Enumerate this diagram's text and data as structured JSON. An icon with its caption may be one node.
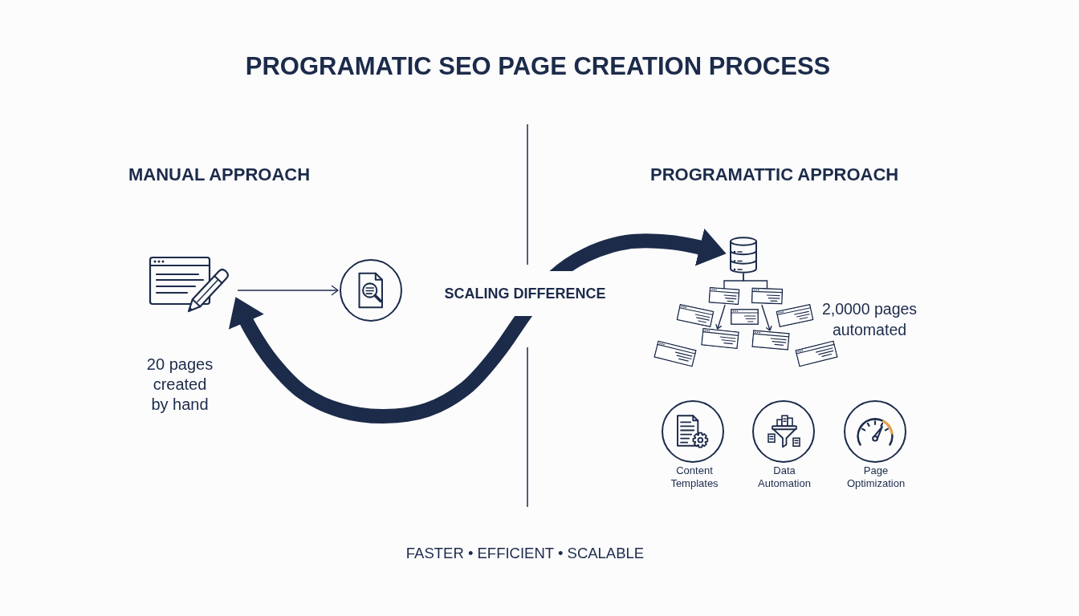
{
  "diagram": {
    "title": "PROGRAMATIC SEO PAGE CREATION PROCESS",
    "nodes": [
      {
        "text": [],
        "shape": "picture",
        "beside": [
          "20 pages created by hand"
        ]
      },
      {
        "text": [],
        "shape": "circle"
      },
      {
        "text": [],
        "shape": "cylinder"
      },
      {
        "text": [],
        "shape": "box"
      },
      {
        "text": [],
        "shape": "box"
      },
      {
        "text": [],
        "shape": "box"
      },
      {
        "text": [],
        "shape": "box"
      },
      {
        "text": [],
        "shape": "box"
      },
      {
        "text": [],
        "shape": "box"
      },
      {
        "text": [],
        "shape": "box"
      },
      {
        "text": [],
        "shape": "box"
      },
      {
        "text": [],
        "shape": "box"
      },
      {
        "text": [],
        "shape": "circle",
        "beside": [
          "Content Templates"
        ]
      },
      {
        "text": [],
        "shape": "circle",
        "beside": [
          "Data Automation"
        ]
      },
      {
        "text": [],
        "shape": "circle",
        "beside": [
          "Page Optimization"
        ]
      }
    ],
    "edges": [
      {
        "from": 0,
        "to": 1,
        "arrow": "to"
      },
      {
        "from": 0,
        "to": 2,
        "arrow": "both",
        "label": "SCALING DIFFERENCE",
        "style": "thick"
      },
      {
        "from": 2,
        "to": 3,
        "arrow": "none"
      },
      {
        "from": 2,
        "to": 4,
        "arrow": "none"
      },
      {
        "from": 3,
        "to": 8,
        "arrow": "to"
      },
      {
        "from": 4,
        "to": 9,
        "arrow": "to"
      }
    ],
    "labels": [
      "MANUAL APPROACH",
      "PROGRAMATTIC APPROACH",
      "2,0000 pages automated",
      "FASTER • EFFICIENT • SCALABLE"
    ]
  }
}
